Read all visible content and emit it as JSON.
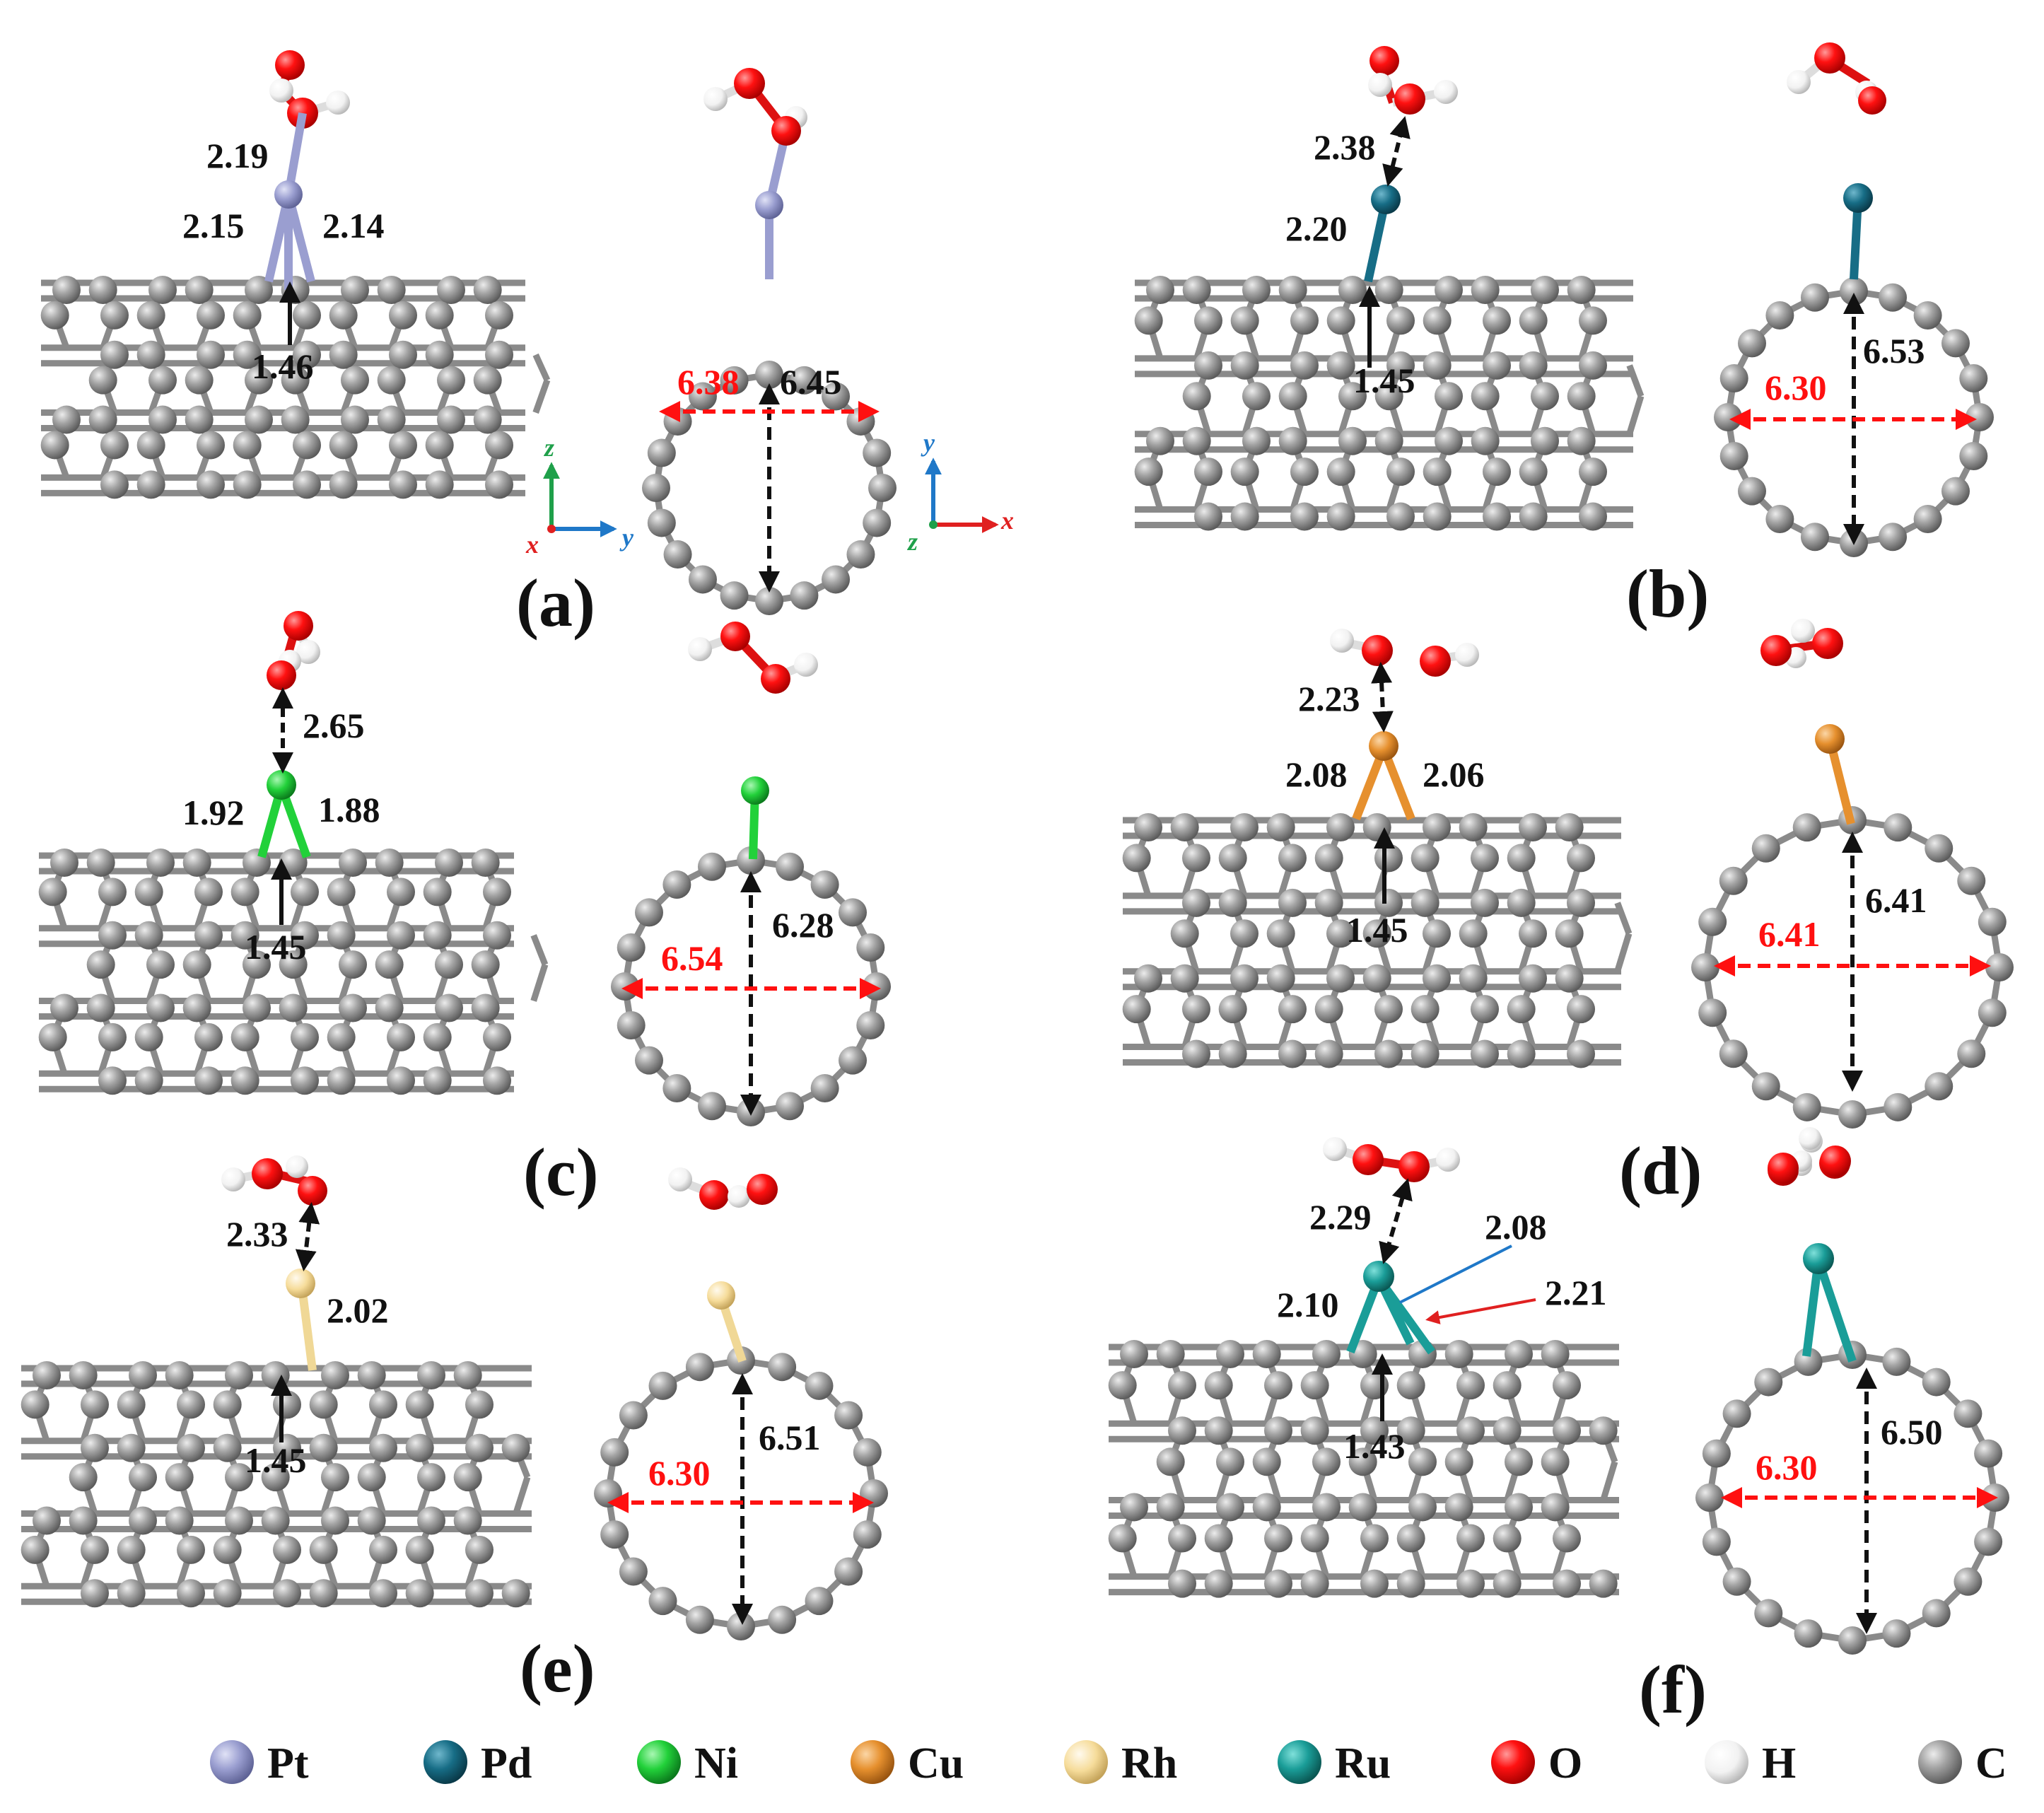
{
  "colors": {
    "carbon": "#8c8c8c",
    "oxygen": "#ee1111",
    "hydrogen": "#f4f4f4",
    "Pt": "#9a9ed0",
    "Pd": "#176d86",
    "Ni": "#22d13a",
    "Cu": "#e6902e",
    "Rh": "#f6dc9a",
    "Ru": "#1a9d98",
    "arrow_black": "#111111",
    "arrow_red": "#ff1010",
    "axis_x": "#e02020",
    "axis_y": "#1f78c8",
    "axis_z": "#1fa04a"
  },
  "panels": [
    {
      "id": "a",
      "label": "(a)",
      "metal": "Pt",
      "bonds": {
        "o_metal": "2.19",
        "m_c_left": "2.15",
        "m_c_right": "2.14",
        "c_c": "1.46"
      },
      "diameters": {
        "horizontal": "6.38",
        "vertical": "6.45"
      }
    },
    {
      "id": "b",
      "label": "(b)",
      "metal": "Pd",
      "bonds": {
        "o_metal": "2.38",
        "m_c": "2.20",
        "c_c": "1.45"
      },
      "diameters": {
        "horizontal": "6.30",
        "vertical": "6.53"
      }
    },
    {
      "id": "c",
      "label": "(c)",
      "metal": "Ni",
      "bonds": {
        "o_metal": "2.65",
        "m_c_left": "1.92",
        "m_c_right": "1.88",
        "c_c": "1.45"
      },
      "diameters": {
        "horizontal": "6.54",
        "vertical": "6.28"
      }
    },
    {
      "id": "d",
      "label": "(d)",
      "metal": "Cu",
      "bonds": {
        "o_metal": "2.23",
        "m_c_left": "2.08",
        "m_c_right": "2.06",
        "c_c": "1.45"
      },
      "diameters": {
        "horizontal": "6.41",
        "vertical": "6.41"
      }
    },
    {
      "id": "e",
      "label": "(e)",
      "metal": "Rh",
      "bonds": {
        "o_metal": "2.33",
        "m_c": "2.02",
        "c_c": "1.45"
      },
      "diameters": {
        "horizontal": "6.30",
        "vertical": "6.51"
      }
    },
    {
      "id": "f",
      "label": "(f)",
      "metal": "Ru",
      "bonds": {
        "o_metal": "2.29",
        "m_c_left": "2.10",
        "m_c_a": "2.08",
        "m_c_b": "2.21",
        "c_c": "1.43"
      },
      "diameters": {
        "horizontal": "6.30",
        "vertical": "6.50"
      }
    }
  ],
  "axes": {
    "side": {
      "up": "z",
      "right": "y",
      "origin": "x"
    },
    "top": {
      "up": "y",
      "right": "x",
      "origin": "z"
    }
  },
  "legend": [
    {
      "element": "Pt",
      "label": "Pt"
    },
    {
      "element": "Pd",
      "label": "Pd"
    },
    {
      "element": "Ni",
      "label": "Ni"
    },
    {
      "element": "Cu",
      "label": "Cu"
    },
    {
      "element": "Rh",
      "label": "Rh"
    },
    {
      "element": "Ru",
      "label": "Ru"
    },
    {
      "element": "O",
      "label": "O"
    },
    {
      "element": "H",
      "label": "H"
    },
    {
      "element": "C",
      "label": "C"
    }
  ]
}
